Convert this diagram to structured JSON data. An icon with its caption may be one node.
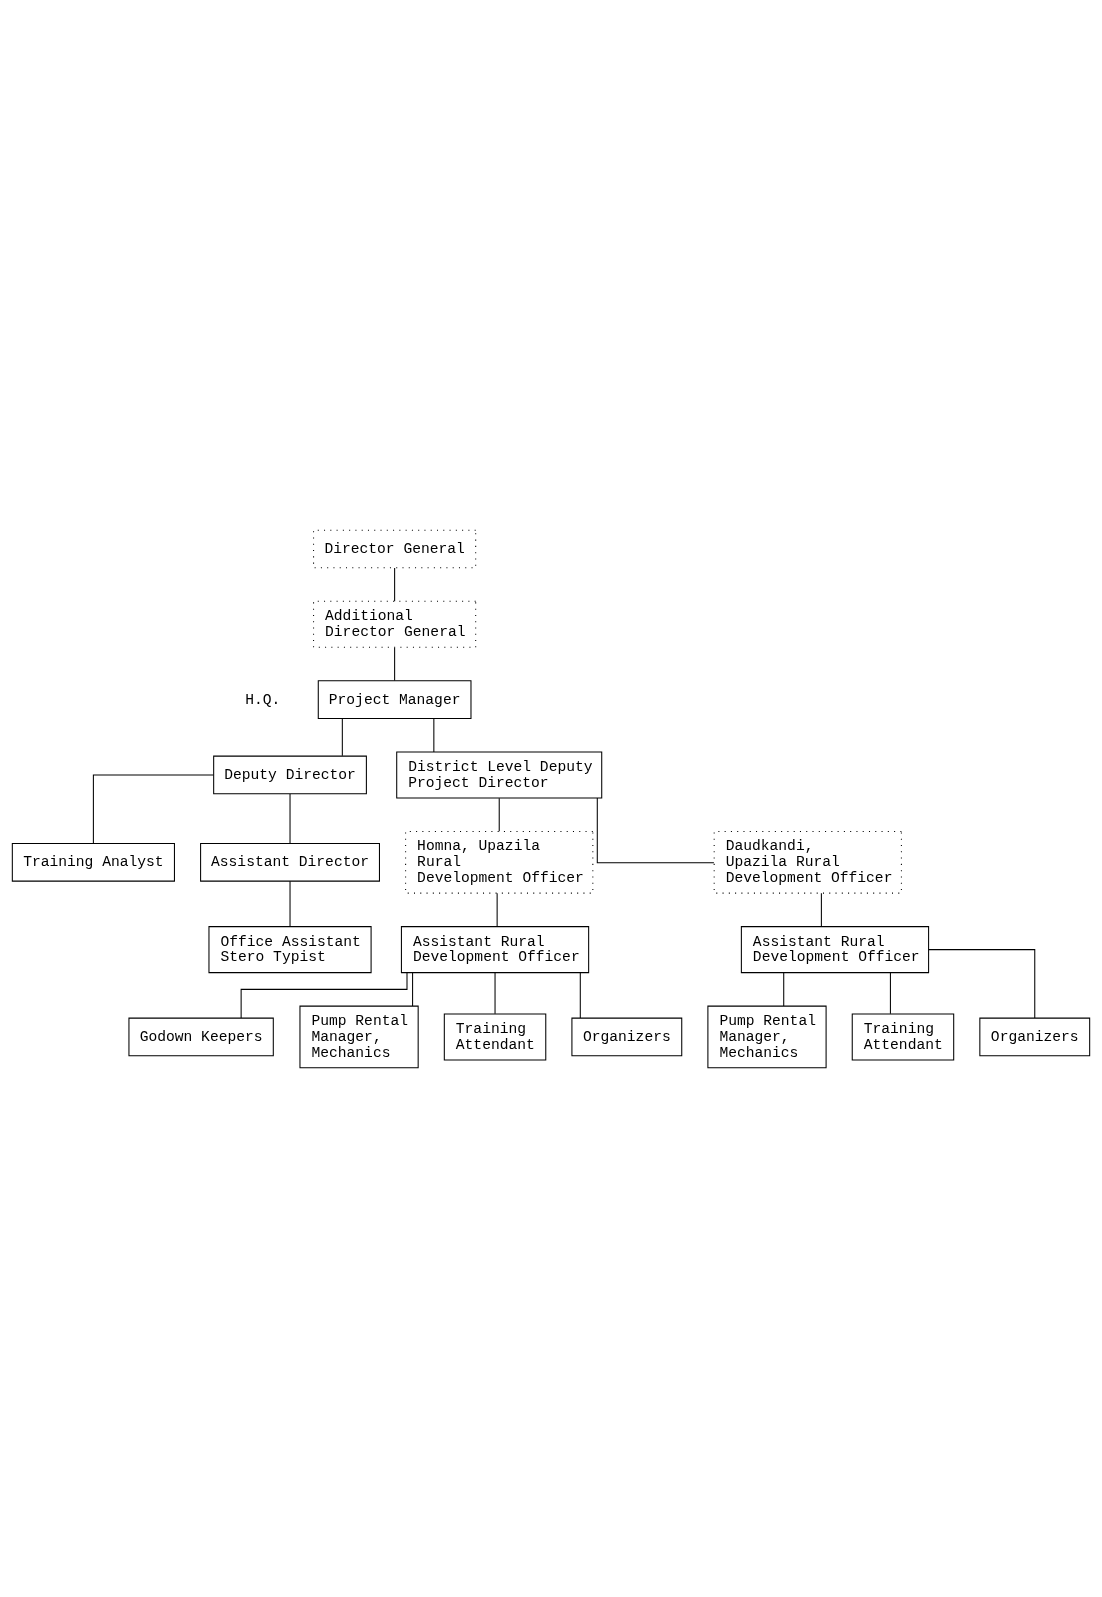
{
  "diagram": {
    "nodes": [
      {
        "text": [
          "Director General"
        ]
      },
      {
        "text": [
          "Additional Director General"
        ]
      },
      {
        "text": [
          "Project Manager"
        ]
      },
      {
        "text": [
          "Deputy Director"
        ]
      },
      {
        "text": [
          "District Level Deputy Project Director"
        ]
      },
      {
        "text": [
          "Training Analyst"
        ]
      },
      {
        "text": [
          "Assistant Director"
        ]
      },
      {
        "text": [
          "Office Assistant Stero Typist"
        ]
      },
      {
        "text": [
          "Homna, Upazila Rural Development Officer"
        ]
      },
      {
        "text": [
          "Daudkandi, Upazila Rural Development Officer"
        ]
      },
      {
        "text": [
          "Assistant Rural Development Officer"
        ]
      },
      {
        "text": [
          "Godown Keepers"
        ]
      },
      {
        "text": [
          "Pump Rental Manager, Mechanics"
        ]
      },
      {
        "text": [
          "Training Attendant"
        ]
      },
      {
        "text": [
          "Organizers"
        ]
      },
      {
        "text": [
          "Assistant Rural Development Officer"
        ]
      },
      {
        "text": [
          "Pump Rental Manager, Mechanics"
        ]
      },
      {
        "text": [
          "Training Attendant"
        ]
      },
      {
        "text": [
          "Organizers"
        ]
      }
    ],
    "edges": [
      {
        "from": 0,
        "to": 1,
        "arrow": "none"
      },
      {
        "from": 1,
        "to": 2,
        "arrow": "none"
      },
      {
        "from": 2,
        "to": 3,
        "arrow": "none"
      },
      {
        "from": 2,
        "to": 4,
        "arrow": "none"
      },
      {
        "from": 3,
        "to": 5,
        "arrow": "none"
      },
      {
        "from": 3,
        "to": 6,
        "arrow": "none"
      },
      {
        "from": 6,
        "to": 7,
        "arrow": "none"
      },
      {
        "from": 4,
        "to": 8,
        "arrow": "none"
      },
      {
        "from": 4,
        "to": 9,
        "arrow": "none"
      },
      {
        "from": 8,
        "to": 10,
        "arrow": "none"
      },
      {
        "from": 10,
        "to": 11,
        "arrow": "none"
      },
      {
        "from": 10,
        "to": 12,
        "arrow": "none"
      },
      {
        "from": 10,
        "to": 13,
        "arrow": "none"
      },
      {
        "from": 10,
        "to": 14,
        "arrow": "none"
      },
      {
        "from": 9,
        "to": 15,
        "arrow": "none"
      },
      {
        "from": 15,
        "to": 16,
        "arrow": "none"
      },
      {
        "from": 15,
        "to": 17,
        "arrow": "none"
      },
      {
        "from": 15,
        "to": 18,
        "arrow": "none"
      }
    ],
    "labels": [
      "H.Q."
    ]
  }
}
